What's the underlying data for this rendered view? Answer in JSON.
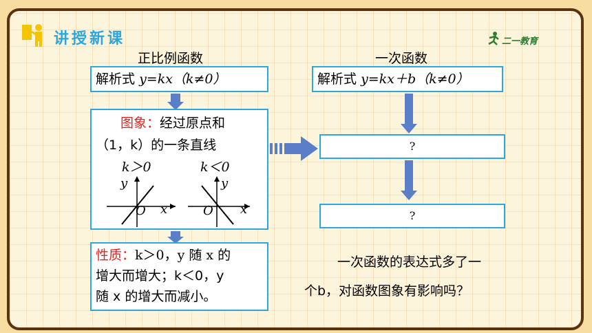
{
  "header": {
    "title": "讲授新课",
    "logo_text": "二一教育",
    "colors": {
      "title": "#2aa7e0",
      "border": "#2aa7e0",
      "emphasis": "#e8221b"
    }
  },
  "left": {
    "title": "正比例函数",
    "formula_prefix": "解析式",
    "formula_expr": "y=kx（k≠0）",
    "graph_label": "图象：",
    "graph_text_1": "经过原点和",
    "graph_text_2": "（1，k）的一条直线",
    "case_pos": "k＞0",
    "case_neg": "k＜0",
    "axis_y": "y",
    "axis_x": "x",
    "origin": "O",
    "property_label": "性质：",
    "property_line_1": "k＞0，y 随 x 的",
    "property_line_2": "增大而增大；k＜0，y",
    "property_line_3": "随 x 的增大而减小。"
  },
  "right": {
    "title": "一次函数",
    "formula_prefix": "解析式",
    "formula_expr": "y=kx＋b（k≠0）",
    "box1": "?",
    "box2": "?",
    "note_line_1": "一次函数的表达式多了一",
    "note_line_2": "个b，对函数图象有影响吗？"
  }
}
